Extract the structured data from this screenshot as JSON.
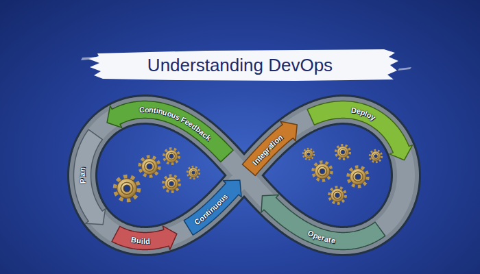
{
  "diagram": {
    "title": "Understanding DevOps",
    "nodes": [
      {
        "text": [
          "Plan"
        ]
      },
      {
        "text": [
          "Build"
        ]
      },
      {
        "text": [
          "Continuous"
        ]
      },
      {
        "text": [
          "Integration"
        ]
      },
      {
        "text": [
          "Deploy"
        ]
      },
      {
        "text": [
          "Operate"
        ]
      },
      {
        "text": [
          "Continuous Feedback"
        ]
      }
    ]
  }
}
